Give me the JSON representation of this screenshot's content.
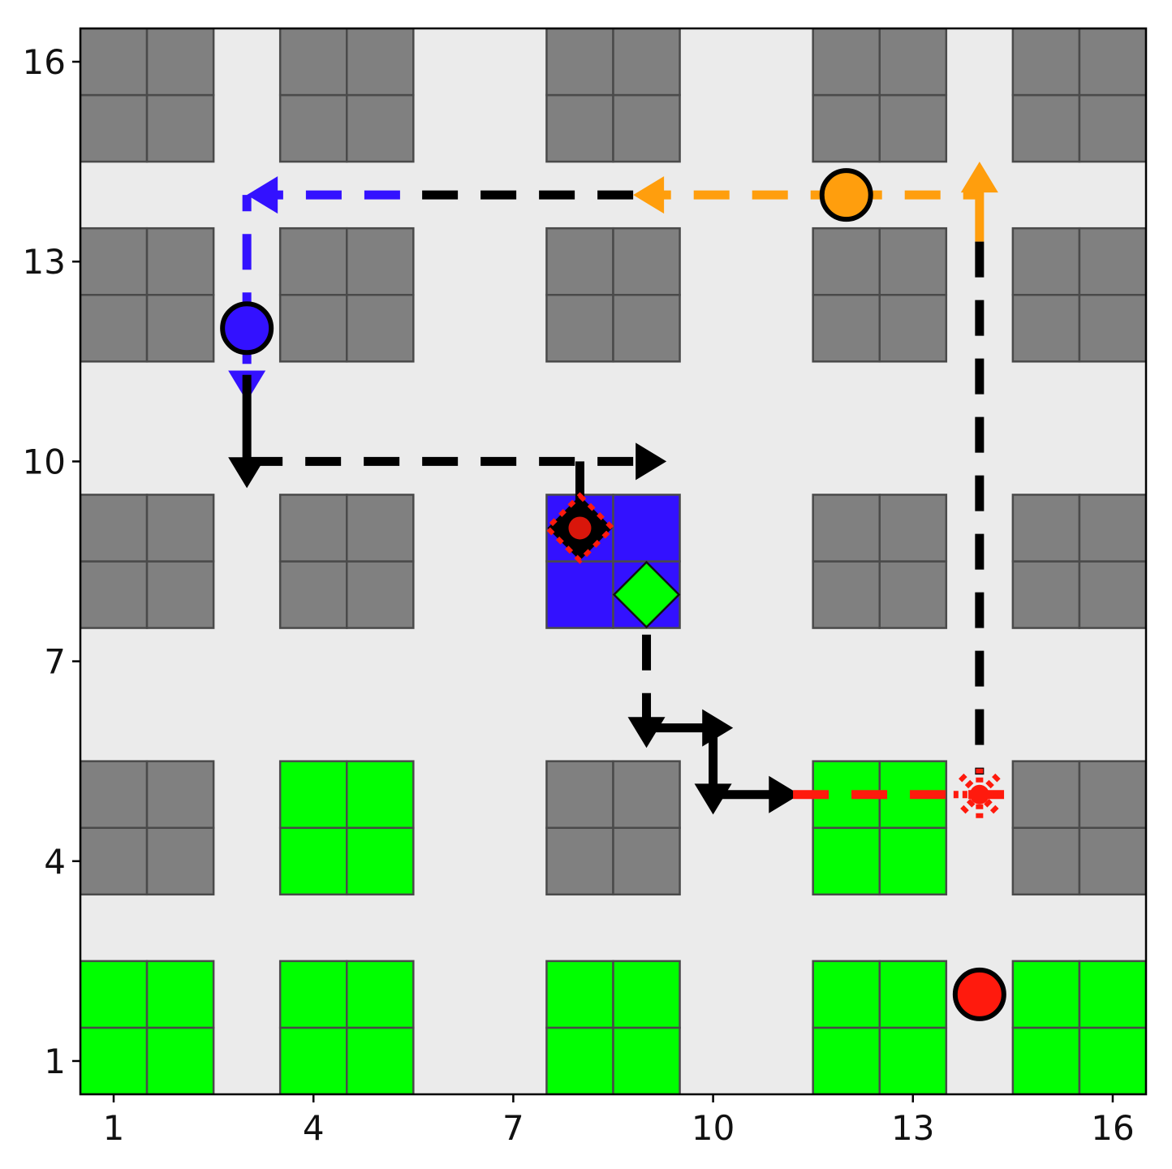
{
  "chart_data": {
    "type": "grid-world",
    "xlim": [
      0.5,
      16.5
    ],
    "ylim": [
      0.5,
      16.5
    ],
    "x_ticks": [
      1,
      4,
      7,
      10,
      13,
      16
    ],
    "y_ticks": [
      1,
      4,
      7,
      10,
      13,
      16
    ],
    "x_tick_labels": [
      "1",
      "4",
      "7",
      "10",
      "13",
      "16"
    ],
    "y_tick_labels": [
      "1",
      "4",
      "7",
      "10",
      "13",
      "16"
    ],
    "colors": {
      "background": "#ebebeb",
      "obstacle": "#808080",
      "goal_zone": "#00ff00",
      "highlight_zone": "#3311ff",
      "cell_border": "#4a4a4a",
      "agent_blue": "#3311ff",
      "agent_orange": "#ff9e0d",
      "agent_red": "#ff1a0d",
      "path_black": "#000000"
    },
    "blocks": [
      {
        "x": 1,
        "y": 15,
        "type": "obstacle"
      },
      {
        "x": 4,
        "y": 15,
        "type": "obstacle"
      },
      {
        "x": 8,
        "y": 15,
        "type": "obstacle"
      },
      {
        "x": 12,
        "y": 15,
        "type": "obstacle"
      },
      {
        "x": 15,
        "y": 15,
        "type": "obstacle"
      },
      {
        "x": 1,
        "y": 12,
        "type": "obstacle"
      },
      {
        "x": 4,
        "y": 12,
        "type": "obstacle"
      },
      {
        "x": 8,
        "y": 12,
        "type": "obstacle"
      },
      {
        "x": 12,
        "y": 12,
        "type": "obstacle"
      },
      {
        "x": 15,
        "y": 12,
        "type": "obstacle"
      },
      {
        "x": 1,
        "y": 8,
        "type": "obstacle"
      },
      {
        "x": 4,
        "y": 8,
        "type": "obstacle"
      },
      {
        "x": 8,
        "y": 8,
        "type": "highlight"
      },
      {
        "x": 12,
        "y": 8,
        "type": "obstacle"
      },
      {
        "x": 15,
        "y": 8,
        "type": "obstacle"
      },
      {
        "x": 1,
        "y": 4,
        "type": "obstacle"
      },
      {
        "x": 4,
        "y": 4,
        "type": "goal"
      },
      {
        "x": 8,
        "y": 4,
        "type": "obstacle"
      },
      {
        "x": 12,
        "y": 4,
        "type": "goal"
      },
      {
        "x": 15,
        "y": 4,
        "type": "obstacle"
      },
      {
        "x": 1,
        "y": 1,
        "type": "goal"
      },
      {
        "x": 4,
        "y": 1,
        "type": "goal"
      },
      {
        "x": 8,
        "y": 1,
        "type": "goal"
      },
      {
        "x": 12,
        "y": 1,
        "type": "goal"
      },
      {
        "x": 15,
        "y": 1,
        "type": "goal"
      }
    ],
    "agents": [
      {
        "x": 3,
        "y": 12,
        "color": "#3311ff"
      },
      {
        "x": 12,
        "y": 14,
        "color": "#ff9e0d"
      },
      {
        "x": 14,
        "y": 2,
        "color": "#ff1a0d"
      }
    ],
    "markers": [
      {
        "x": 8,
        "y": 9,
        "shape": "diamond-dotted",
        "color": "#ff1a0d"
      },
      {
        "x": 9,
        "y": 8,
        "shape": "diamond",
        "color": "#00ff00"
      },
      {
        "x": 14,
        "y": 5,
        "shape": "star-dotted",
        "color": "#ff1a0d"
      }
    ],
    "paths": [
      {
        "from": [
          3,
          12
        ],
        "to": [
          3,
          14
        ],
        "color": "#3311ff",
        "style": "dashed",
        "arrow": false
      },
      {
        "from": [
          5.3,
          14
        ],
        "to": [
          3,
          14
        ],
        "color": "#3311ff",
        "style": "dashed",
        "arrow": true
      },
      {
        "from": [
          8.8,
          14
        ],
        "to": [
          5.3,
          14
        ],
        "color": "#000000",
        "style": "dashed",
        "arrow": false
      },
      {
        "from": [
          12,
          14
        ],
        "to": [
          8.8,
          14
        ],
        "color": "#ff9e0d",
        "style": "dashed",
        "arrow": true
      },
      {
        "from": [
          12,
          14
        ],
        "to": [
          14,
          14
        ],
        "color": "#ff9e0d",
        "style": "dashed",
        "arrow": false
      },
      {
        "from": [
          14,
          13.3
        ],
        "to": [
          14,
          14.5
        ],
        "color": "#ff9e0d",
        "style": "solid",
        "arrow": true
      },
      {
        "from": [
          14,
          13.3
        ],
        "to": [
          14,
          5.3
        ],
        "color": "#000000",
        "style": "dashed",
        "arrow": false
      },
      {
        "from": [
          3,
          12
        ],
        "to": [
          3,
          10.9
        ],
        "color": "#3311ff",
        "style": "dashed",
        "arrow": true
      },
      {
        "from": [
          3,
          11.3
        ],
        "to": [
          3,
          9.6
        ],
        "color": "#000000",
        "style": "solid",
        "arrow": true
      },
      {
        "from": [
          3,
          10
        ],
        "to": [
          9.3,
          10
        ],
        "color": "#000000",
        "style": "dashed",
        "arrow": true
      },
      {
        "from": [
          8,
          10
        ],
        "to": [
          8,
          8.7
        ],
        "color": "#000000",
        "style": "solid",
        "arrow": true
      },
      {
        "from": [
          9,
          7.4
        ],
        "to": [
          9,
          5.7
        ],
        "color": "#000000",
        "style": "dashed",
        "arrow": true
      },
      {
        "from": [
          9,
          6
        ],
        "to": [
          10.3,
          6
        ],
        "color": "#000000",
        "style": "solid",
        "arrow": true
      },
      {
        "from": [
          10,
          6
        ],
        "to": [
          10,
          4.7
        ],
        "color": "#000000",
        "style": "solid",
        "arrow": true
      },
      {
        "from": [
          10,
          5
        ],
        "to": [
          11.3,
          5
        ],
        "color": "#000000",
        "style": "solid",
        "arrow": true
      },
      {
        "from": [
          11.2,
          5
        ],
        "to": [
          14.4,
          5
        ],
        "color": "#ff1a0d",
        "style": "dashed",
        "arrow": false
      }
    ]
  }
}
